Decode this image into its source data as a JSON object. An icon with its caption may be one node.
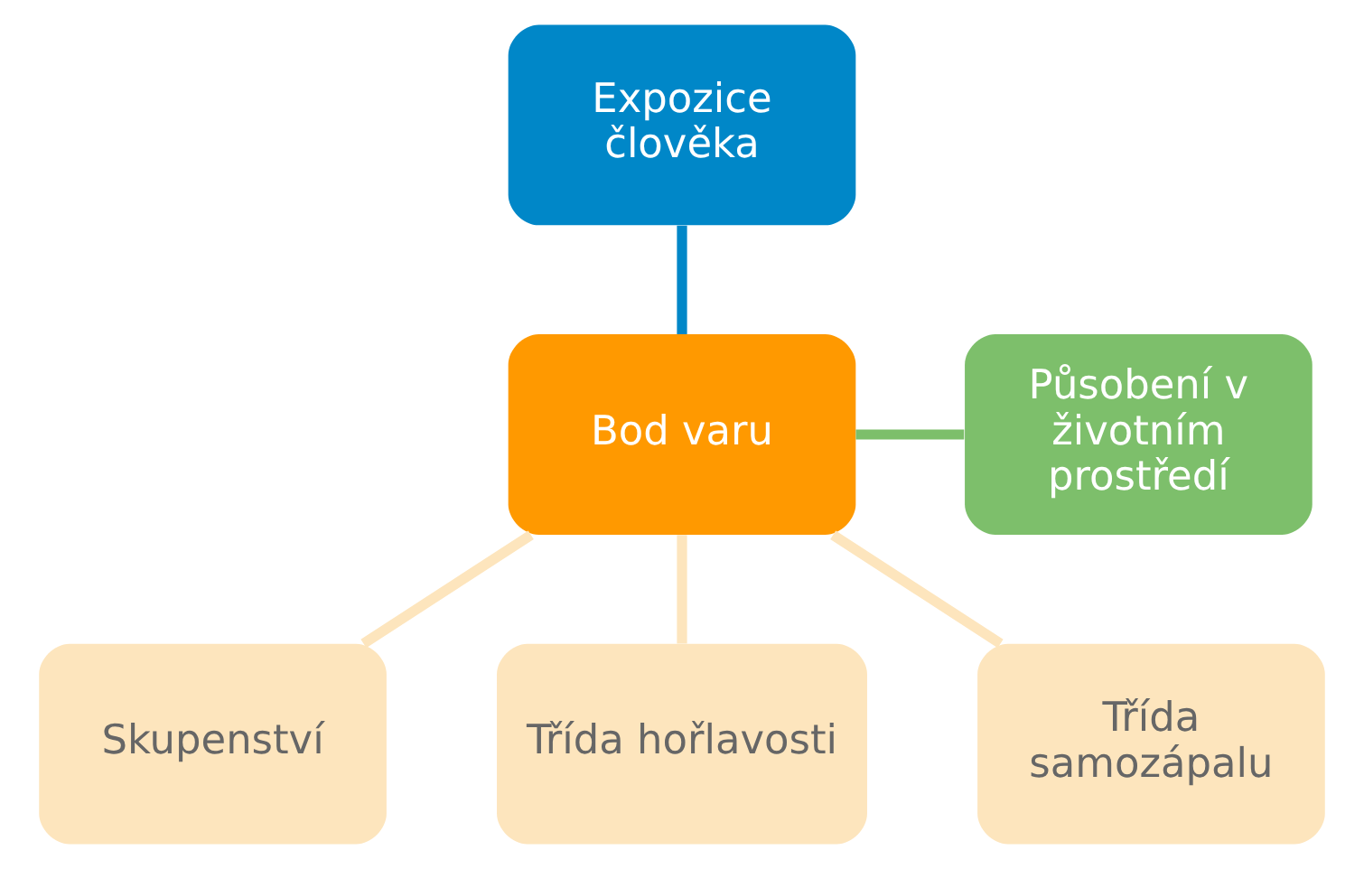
{
  "diagram": {
    "nodes": [
      {
        "text": [
          "Bod varu"
        ]
      },
      {
        "text": [
          "Expozice člověka"
        ]
      },
      {
        "text": [
          "Působení v životním prostředí"
        ]
      },
      {
        "text": [
          "Skupenství"
        ]
      },
      {
        "text": [
          "Třída hořlavosti"
        ]
      },
      {
        "text": [
          "Třída samozápalu"
        ]
      }
    ],
    "edges": [
      {
        "from": 0,
        "to": 1,
        "arrow": "none",
        "color": "#0087c8"
      },
      {
        "from": 0,
        "to": 2,
        "arrow": "none",
        "color": "#7dbf6b"
      },
      {
        "from": 0,
        "to": 3,
        "arrow": "none"
      },
      {
        "from": 0,
        "to": 4,
        "arrow": "none"
      },
      {
        "from": 0,
        "to": 5,
        "arrow": "none"
      }
    ]
  }
}
